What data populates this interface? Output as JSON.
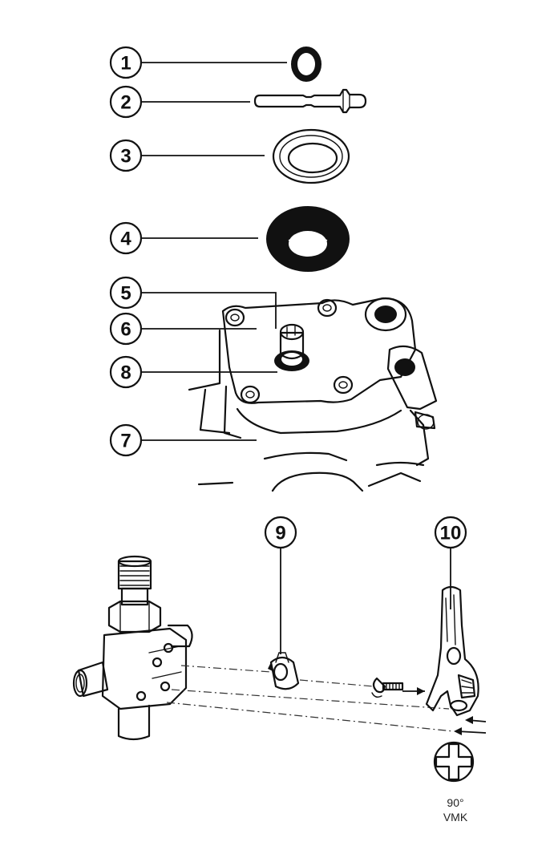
{
  "diagram": {
    "colors": {
      "line": "#111111",
      "fill_dark": "#111111",
      "background": "#ffffff",
      "part_fill": "#ffffff"
    },
    "callouts": [
      {
        "id": "1",
        "label": "1",
        "part": "o-ring-small"
      },
      {
        "id": "2",
        "label": "2",
        "part": "valve-stem"
      },
      {
        "id": "3",
        "label": "3",
        "part": "flat-gasket"
      },
      {
        "id": "4",
        "label": "4",
        "part": "rubber-seal"
      },
      {
        "id": "5",
        "label": "5",
        "part": "stem-top"
      },
      {
        "id": "6",
        "label": "6",
        "part": "bonnet-cover"
      },
      {
        "id": "7",
        "label": "7",
        "part": "valve-body"
      },
      {
        "id": "8",
        "label": "8",
        "part": "stem-seal"
      },
      {
        "id": "9",
        "label": "9",
        "part": "adapter"
      },
      {
        "id": "10",
        "label": "10",
        "part": "actuator-lever"
      }
    ],
    "angle_symbol": {
      "angle": "90°",
      "model": "VMK",
      "icon": "cross-rotation-icon"
    }
  }
}
